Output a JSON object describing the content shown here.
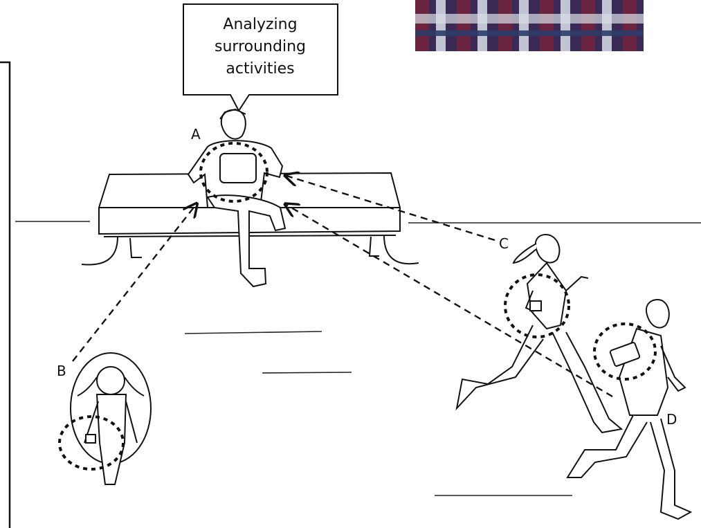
{
  "callout": {
    "line1": "Analyzing",
    "line2": "surrounding",
    "line3": "activities"
  },
  "people": [
    {
      "label": "A",
      "activity": "sitting on bench with tablet"
    },
    {
      "label": "B",
      "activity": "jumping rope with smartwatch"
    },
    {
      "label": "C",
      "activity": "running with smartwatch"
    },
    {
      "label": "D",
      "activity": "running with arm-band phone"
    }
  ],
  "colors": {
    "stroke": "#111111",
    "shirt_plaid": [
      "#3a2a55",
      "#d9dfe8",
      "#6b2440",
      "#2d3c6a"
    ]
  }
}
